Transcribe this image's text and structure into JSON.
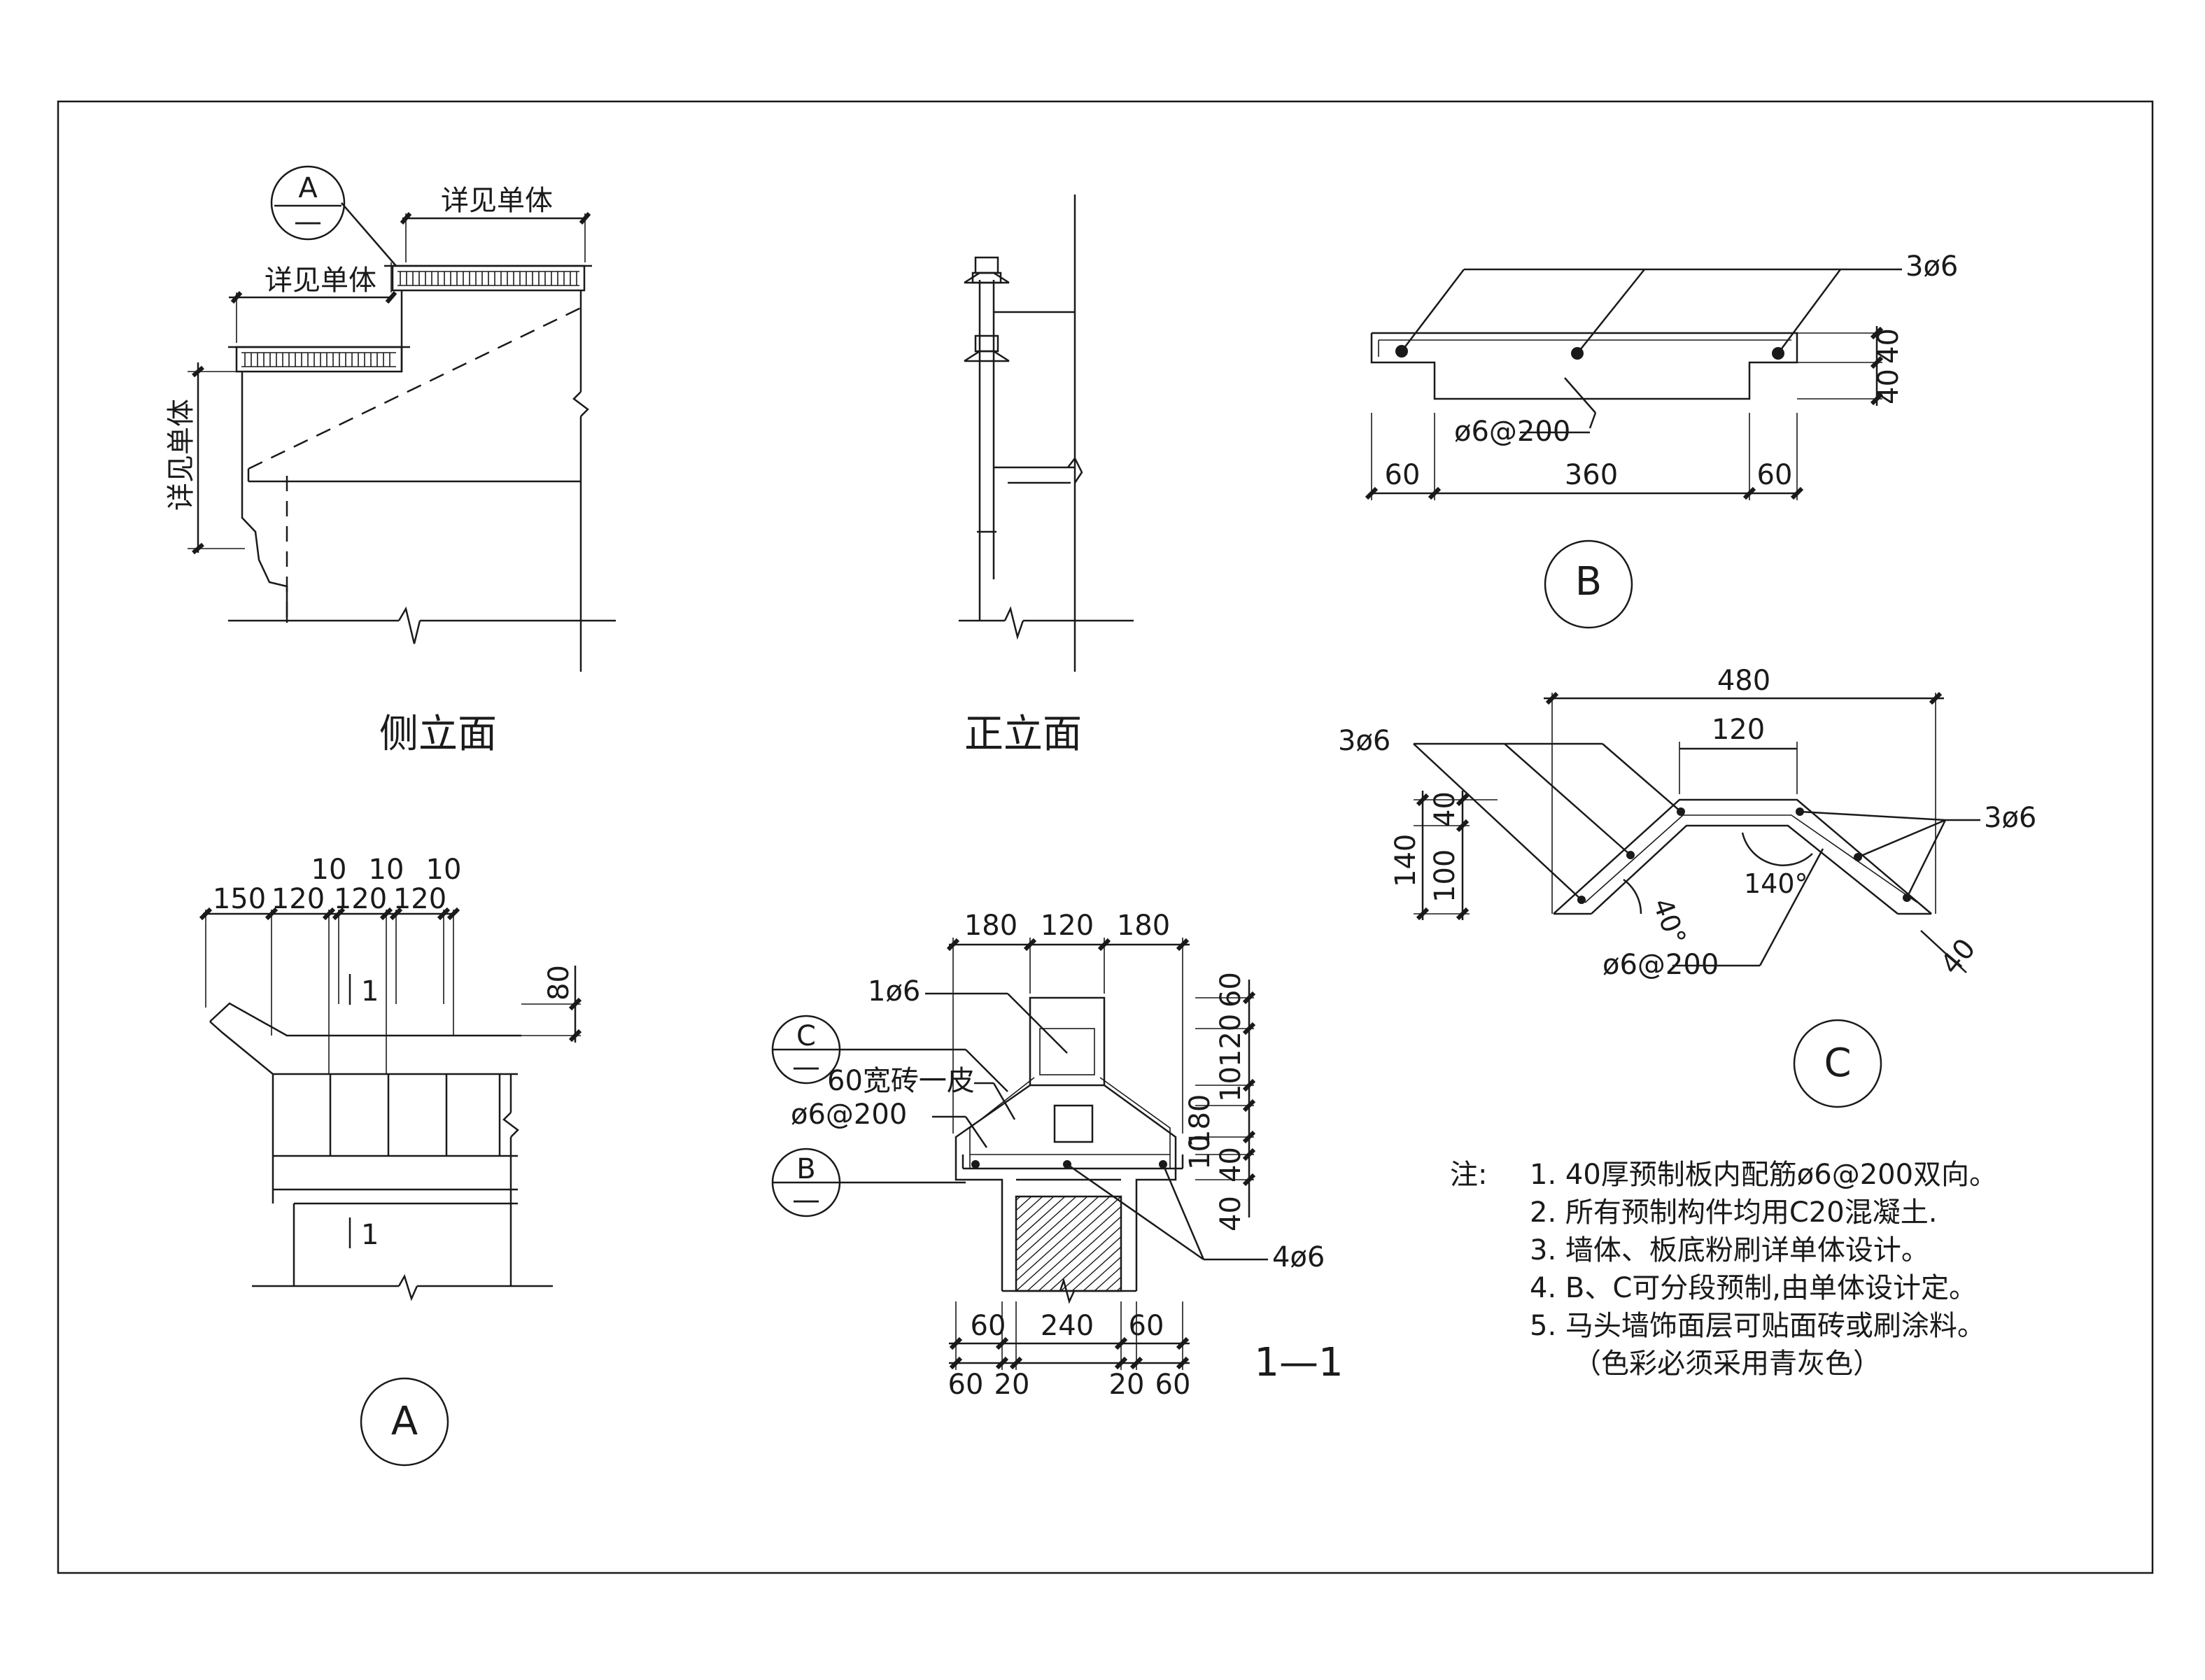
{
  "side_elevation": {
    "title": "侧立面",
    "dim_upper": "详见单体",
    "dim_lower": "详见单体",
    "dim_vertical": "详见单体",
    "callout": {
      "letter": "A",
      "sub": "—"
    }
  },
  "front_elevation": {
    "title": "正立面"
  },
  "detail_b": {
    "label": "B",
    "rebar_top": "3ø6",
    "rebar_dist": "ø6@200",
    "dims_bottom": [
      "60",
      "360",
      "60"
    ],
    "dims_right": [
      "40",
      "40"
    ]
  },
  "detail_c": {
    "label": "C",
    "rebar_left": "3ø6",
    "rebar_right": "3ø6",
    "rebar_dist": "ø6@200",
    "dim_top": "480",
    "dim_inner": "120",
    "dims_left": [
      "140",
      "100",
      "40"
    ],
    "dim_thickness": "40",
    "angle_1": "40°",
    "angle_2": "140°"
  },
  "detail_a": {
    "label": "A",
    "dims_top": [
      "150",
      "120",
      "120",
      "120"
    ],
    "dims_top_upper": [
      "10",
      "10",
      "10"
    ],
    "dim_right": "80",
    "section_mark": "1"
  },
  "section_1_1": {
    "title": "1—1",
    "dims_top": [
      "180",
      "120",
      "180"
    ],
    "dims_right": [
      "60",
      "120",
      "10",
      "180",
      "10",
      "40",
      "40"
    ],
    "dims_bottom_upper": [
      "60",
      "240",
      "60"
    ],
    "dims_bottom_lower": [
      "60",
      "20",
      "20",
      "60"
    ],
    "label_1phi6": "1ø6",
    "label_brick": "60宽砖一皮",
    "label_dist": "ø6@200",
    "label_4phi6": "4ø6",
    "callout_c": {
      "letter": "C",
      "sub": "—"
    },
    "callout_b": {
      "letter": "B",
      "sub": "—"
    }
  },
  "notes": {
    "heading": "注:",
    "items": [
      "1.  40厚预制板内配筋ø6@200双向。",
      "2.  所有预制构件均用C20混凝土.",
      "3.  墙体、板底粉刷详单体设计。",
      "4.  B、C可分段预制,由单体设计定。",
      "5.  马头墙饰面层可贴面砖或刷涂料。",
      "（色彩必须采用青灰色）"
    ]
  }
}
